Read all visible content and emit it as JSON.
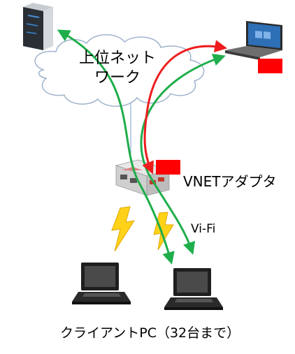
{
  "labels": {
    "cloud_line1": "上位ネット",
    "cloud_line2": "ワーク",
    "adapter": "VNETアダプタ",
    "wifi": "Vi-Fi",
    "clients": "クライアントPC（32台まで）"
  },
  "colors": {
    "green_arrow": "#1fae4b",
    "red_arrow": "#ee1c1c",
    "red_marker": "#ff0000",
    "connector_line": "#7f9fd0",
    "lightning": "#ffd21a",
    "cloud_stroke": "#9fb3cc"
  },
  "icons": [
    "server-tower-icon",
    "laptop-windows-icon",
    "vnet-adapter-device-icon",
    "lightning-icon",
    "client-laptop-icon"
  ]
}
